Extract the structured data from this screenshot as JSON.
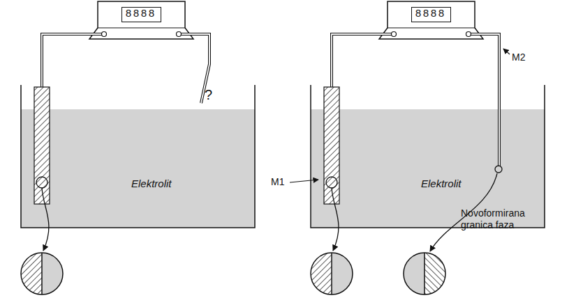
{
  "diagram": {
    "nodes": [
      {
        "text": [
          "8888"
        ]
      },
      {
        "text": [
          "Elektrolit"
        ]
      },
      {
        "text": [
          "8888"
        ]
      },
      {
        "text": [
          "Elektrolit"
        ]
      }
    ],
    "labels": [
      "?",
      "M1",
      "M2",
      "Novoformirana granica faza"
    ]
  }
}
